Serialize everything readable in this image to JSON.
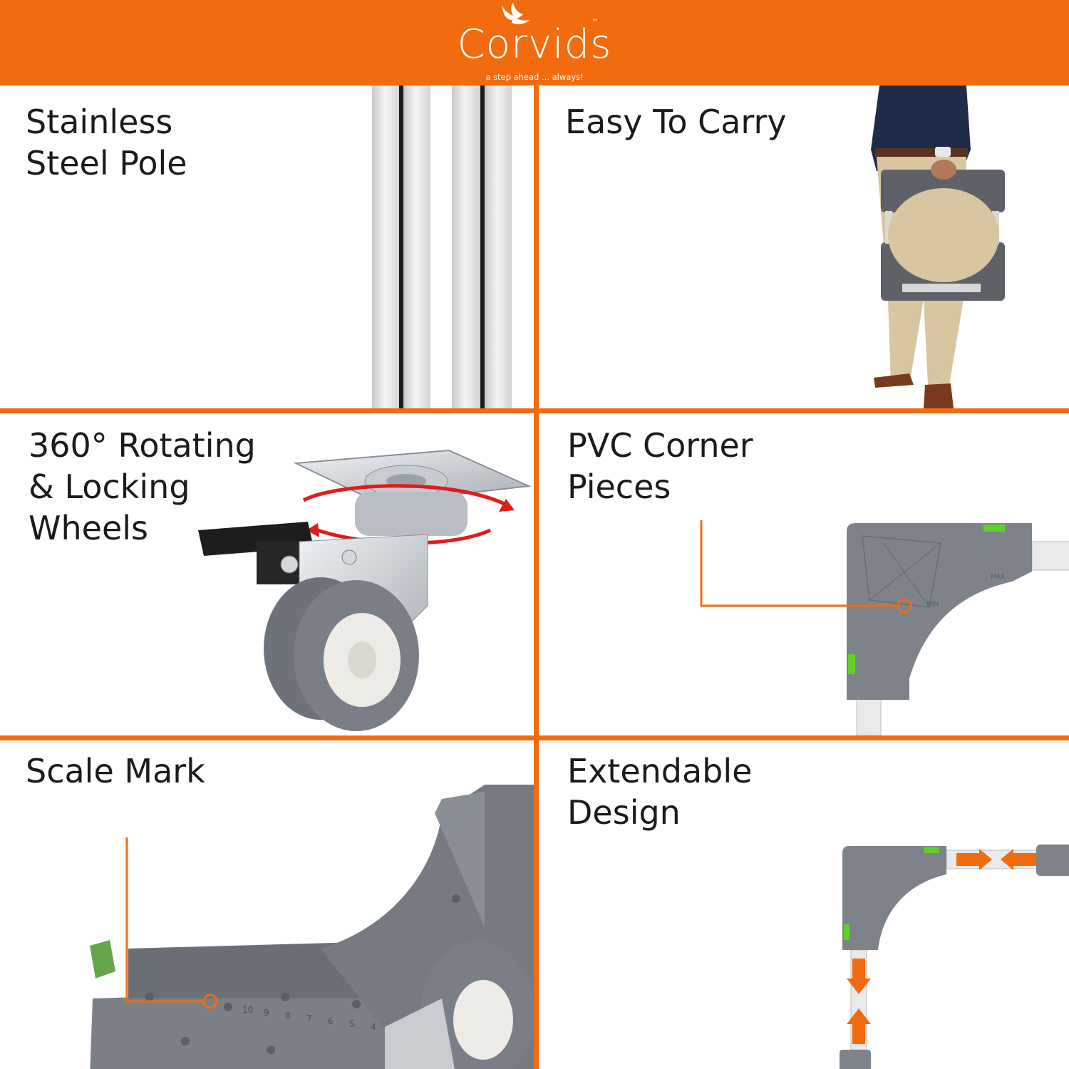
{
  "brand": {
    "name": "Corvids",
    "trademark": "™",
    "tagline": "a step ahead ... always!",
    "color_primary": "#f26b0f",
    "logo_icon": "bird-logo-icon"
  },
  "panels": [
    {
      "id": "pole",
      "title": "Stainless\nSteel Pole",
      "image": "steel-pole-image"
    },
    {
      "id": "carry",
      "title": "Easy To Carry",
      "image": "man-carrying-stand-image"
    },
    {
      "id": "wheels",
      "title": "360° Rotating\n& Locking\nWheels",
      "image": "caster-wheel-image"
    },
    {
      "id": "corner",
      "title": "PVC Corner\nPieces",
      "image": "pvc-corner-image"
    },
    {
      "id": "scale",
      "title": "Scale Mark",
      "image": "scale-mark-image"
    },
    {
      "id": "extend",
      "title": "Extendable\nDesign",
      "image": "extendable-frame-image"
    }
  ],
  "scale_digits": [
    "10",
    "9",
    "8",
    "7",
    "6",
    "5",
    "4"
  ],
  "corner_labels": [
    "MAX",
    "MIN"
  ]
}
